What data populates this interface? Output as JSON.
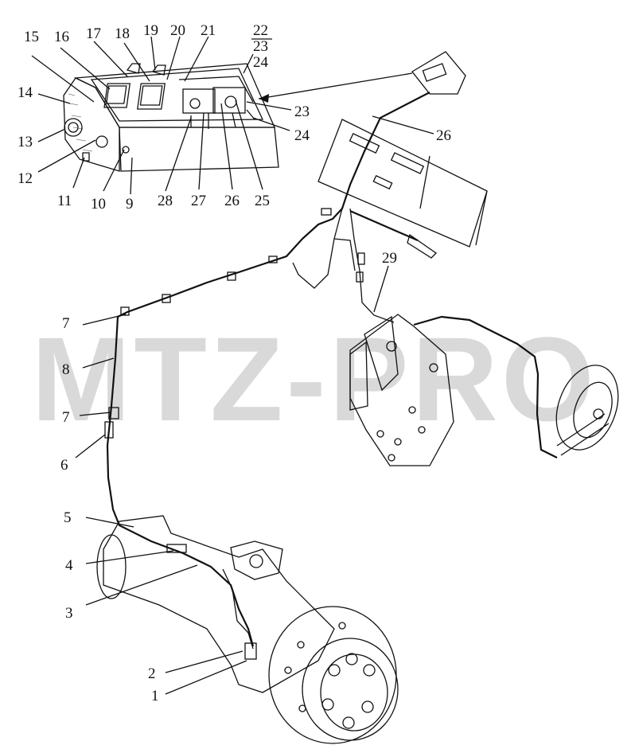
{
  "watermark": "MTZ-PRO",
  "callouts": [
    {
      "id": "c1",
      "text": "1"
    },
    {
      "id": "c2",
      "text": "2"
    },
    {
      "id": "c3",
      "text": "3"
    },
    {
      "id": "c4",
      "text": "4"
    },
    {
      "id": "c5",
      "text": "5"
    },
    {
      "id": "c6",
      "text": "6"
    },
    {
      "id": "c7a",
      "text": "7"
    },
    {
      "id": "c7b",
      "text": "7"
    },
    {
      "id": "c8",
      "text": "8"
    },
    {
      "id": "c9",
      "text": "9"
    },
    {
      "id": "c10",
      "text": "10"
    },
    {
      "id": "c11",
      "text": "11"
    },
    {
      "id": "c12",
      "text": "12"
    },
    {
      "id": "c13",
      "text": "13"
    },
    {
      "id": "c14",
      "text": "14"
    },
    {
      "id": "c15",
      "text": "15"
    },
    {
      "id": "c16",
      "text": "16"
    },
    {
      "id": "c17",
      "text": "17"
    },
    {
      "id": "c18",
      "text": "18"
    },
    {
      "id": "c19",
      "text": "19"
    },
    {
      "id": "c20",
      "text": "20"
    },
    {
      "id": "c21",
      "text": "21"
    },
    {
      "id": "c22",
      "text": "22"
    },
    {
      "id": "c23a",
      "text": "23"
    },
    {
      "id": "c24a",
      "text": "24"
    },
    {
      "id": "c23b",
      "text": "23"
    },
    {
      "id": "c24b",
      "text": "24"
    },
    {
      "id": "c25",
      "text": "25"
    },
    {
      "id": "c26a",
      "text": "26"
    },
    {
      "id": "c26b",
      "text": "26"
    },
    {
      "id": "c27",
      "text": "27"
    },
    {
      "id": "c28",
      "text": "28"
    },
    {
      "id": "c29",
      "text": "29"
    }
  ]
}
